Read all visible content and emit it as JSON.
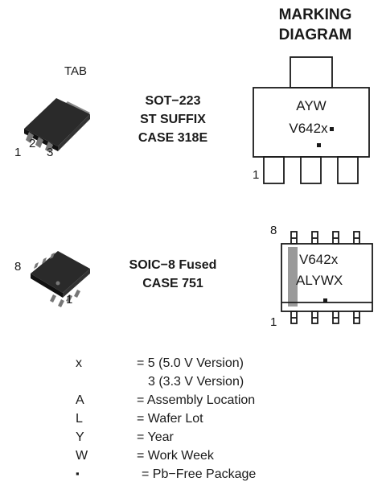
{
  "marking_header": {
    "line1": "MARKING",
    "line2": "DIAGRAM"
  },
  "sot223": {
    "tab_label": "TAB",
    "pin_labels": [
      "1",
      "2",
      "3"
    ],
    "name_lines": [
      "SOT−223",
      "ST SUFFIX",
      "CASE 318E"
    ],
    "marking_lines": [
      "AYW",
      "V642x"
    ],
    "marking_pin_label": "1"
  },
  "soic8": {
    "pin8_label": "8",
    "pin1_label": "1",
    "name_lines": [
      "SOIC−8 Fused",
      "CASE 751"
    ],
    "marking_lines": [
      "V642x",
      "ALYWX"
    ],
    "marking_pin8_label": "8",
    "marking_pin1_label": "1"
  },
  "legend": [
    {
      "key": "x",
      "value": "= 5 (5.0 V Version)"
    },
    {
      "key": "",
      "value": "3 (3.3 V Version)"
    },
    {
      "key": "A",
      "value": "= Assembly Location"
    },
    {
      "key": "L",
      "value": "= Wafer Lot"
    },
    {
      "key": "Y",
      "value": "= Year"
    },
    {
      "key": "W",
      "value": "= Work Week"
    },
    {
      "key": "▪",
      "value": "= Pb−Free Package"
    }
  ],
  "colors": {
    "ink": "#1a1a1a",
    "shade": "#9a9a9a",
    "package_body": "#222222"
  }
}
